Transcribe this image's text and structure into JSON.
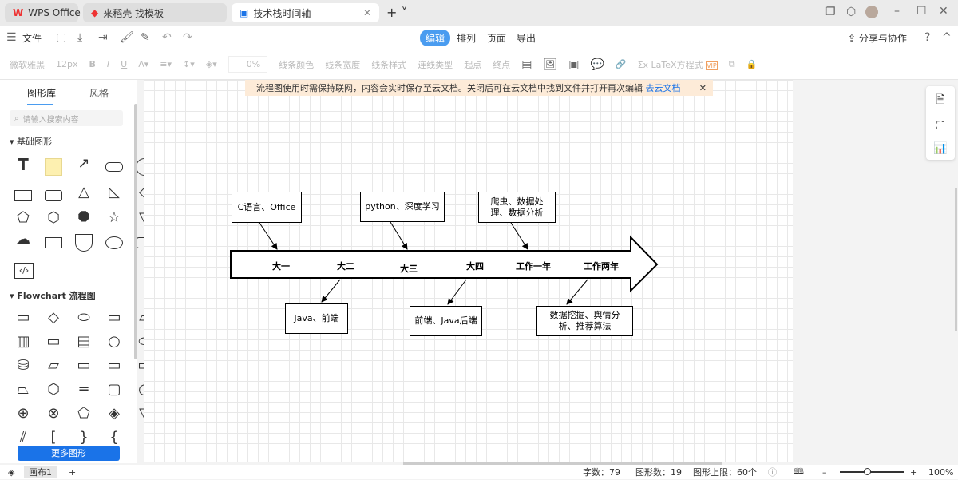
{
  "tabs": [
    {
      "label": "WPS Office"
    },
    {
      "label": "来稻壳 找模板"
    },
    {
      "label": "技术栈时间轴"
    }
  ],
  "toolbar": {
    "file": "文件",
    "modes": [
      "编辑",
      "排列",
      "页面",
      "导出"
    ],
    "share": "分享与协作",
    "help": "?"
  },
  "format": {
    "font": "微软雅黑",
    "size": "12px",
    "opacity": "0%",
    "line_color": "线条颜色",
    "line_width": "线条宽度",
    "line_style": "线条样式",
    "conn_type": "连线类型",
    "start": "起点",
    "end": "终点",
    "latex": "LaTeX方程式",
    "vip": "VIP"
  },
  "sidebar": {
    "tabs": [
      "图形库",
      "风格"
    ],
    "search_placeholder": "请输入搜索内容",
    "section1": "基础图形",
    "section2": "Flowchart 流程图",
    "more": "更多图形"
  },
  "notice": {
    "text": "流程图使用时需保持联网，内容会实时保存至云文档。关闭后可在云文档中找到文件并打开再次编辑",
    "link": "去云文档"
  },
  "diagram": {
    "top_boxes": [
      "C语言、Office",
      "python、深度学习",
      "爬虫、数据处理、数据分析"
    ],
    "bottom_boxes": [
      "Java、前端",
      "前端、Java后端",
      "数据挖掘、舆情分析、推荐算法"
    ],
    "stages": [
      "大一",
      "大二",
      "大三",
      "大四",
      "工作一年",
      "工作两年"
    ]
  },
  "status": {
    "page": "画布1",
    "chars": "字数：79",
    "shapes": "图形数：19",
    "limit": "图形上限：60个",
    "zoom": "100%"
  },
  "colors": {
    "accent": "#4a9cf0",
    "notice_bg": "#fdebd8"
  }
}
